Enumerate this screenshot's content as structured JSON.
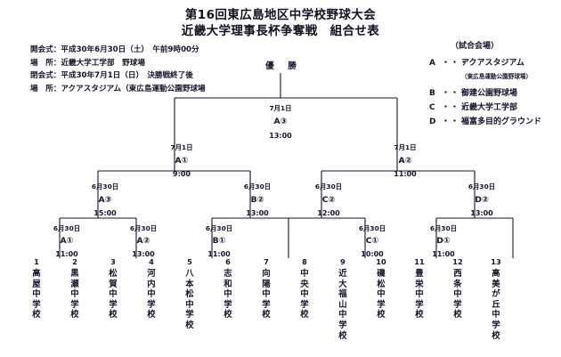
{
  "title": {
    "line1": "第16回東広島地区中学校野球大会",
    "line2": "近畿大学理事長杯争奪戦　組合せ表"
  },
  "info": {
    "lines": [
      "開会式：平成30年6月30日（土）　午前9時00分",
      "場　所：近畿大学工学部　野球場",
      "閉会式：平成30年7月1日（日）　決勝戦終了後",
      "場　所：アクアスタジアム（東広島運動公園野球場"
    ]
  },
  "venues": {
    "heading": "（試合会場）",
    "dots": "・・・",
    "items": [
      {
        "key": "A",
        "name": "アクアスタジアム",
        "sub": "（東広島運動公園野球場）"
      },
      {
        "key": "B",
        "name": "御建公園野球場",
        "sub": ""
      },
      {
        "key": "C",
        "name": "近畿大学工学部",
        "sub": ""
      },
      {
        "key": "D",
        "name": "福富多目的グラウンド",
        "sub": ""
      }
    ]
  },
  "bracket": {
    "champion_label": "優　勝",
    "final": {
      "date": "7月1日",
      "code": "A③",
      "time": "13:00"
    },
    "semifinals": [
      {
        "date": "7月1日",
        "code": "A①",
        "time": "9:00"
      },
      {
        "date": "7月1日",
        "code": "A②",
        "time": "11:00"
      }
    ],
    "quarterfinals": [
      {
        "date": "6月30日",
        "code": "A③",
        "time": "15:00"
      },
      {
        "date": "6月30日",
        "code": "B②",
        "time": "13:00"
      },
      {
        "date": "6月30日",
        "code": "C②",
        "time": "12:00"
      },
      {
        "date": "6月30日",
        "code": "D②",
        "time": "13:00"
      }
    ],
    "first_round": [
      {
        "date": "6月30日",
        "code": "A①",
        "time": "11:00"
      },
      {
        "date": "6月30日",
        "code": "A②",
        "time": "13:00"
      },
      {
        "date": "6月30日",
        "code": "B①",
        "time": "11:00"
      },
      {
        "date": "6月30日",
        "code": "C①",
        "time": "10:00"
      },
      {
        "date": "6月30日",
        "code": "D①",
        "time": "11:00"
      }
    ],
    "teams": [
      {
        "no": "1",
        "name": "高屋中学校"
      },
      {
        "no": "2",
        "name": "黒瀬中学校"
      },
      {
        "no": "3",
        "name": "松賀中学校"
      },
      {
        "no": "4",
        "name": "河内中学校"
      },
      {
        "no": "5",
        "name": "八本松中学校"
      },
      {
        "no": "6",
        "name": "志和中学校"
      },
      {
        "no": "7",
        "name": "向陽中学校"
      },
      {
        "no": "8",
        "name": "中央中学校"
      },
      {
        "no": "9",
        "name": "近大福山中学校"
      },
      {
        "no": "10",
        "name": "磯松中学校"
      },
      {
        "no": "11",
        "name": "豊栄中学校"
      },
      {
        "no": "12",
        "name": "西条中学校"
      },
      {
        "no": "13",
        "name": "高美が丘中学校"
      }
    ]
  }
}
